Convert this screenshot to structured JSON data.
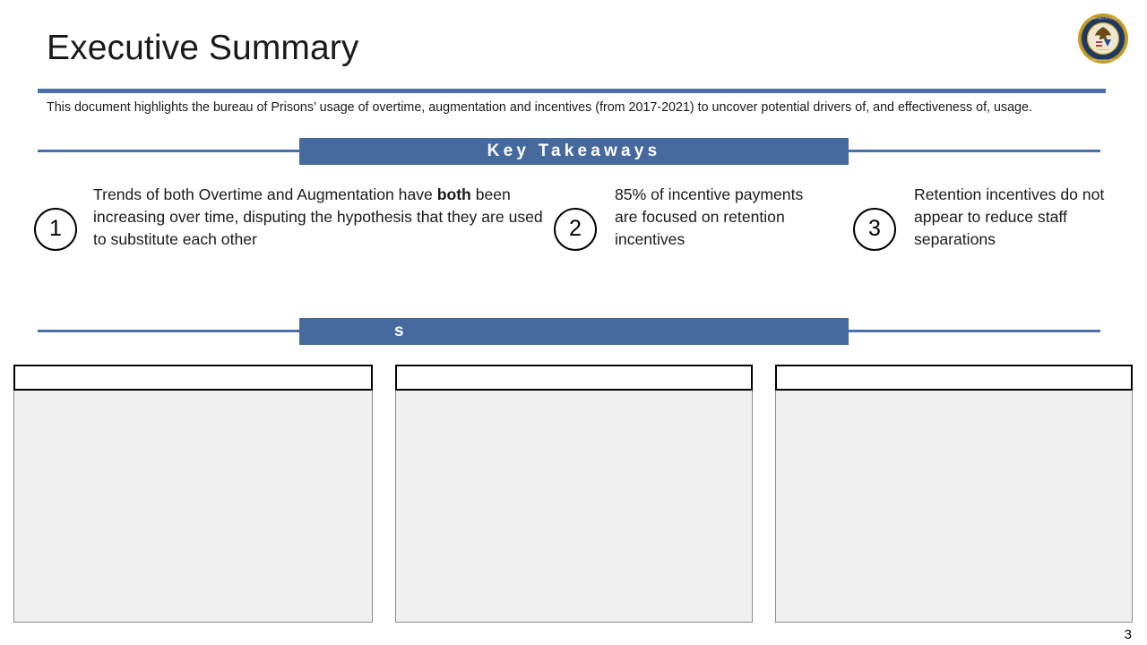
{
  "slide": {
    "title": "Executive Summary",
    "subtitle": "This document highlights the bureau of Prisons’ usage of overtime, augmentation and incentives (from 2017-2021) to uncover potential drivers of, and effectiveness of, usage.",
    "page_number": "3",
    "accent_color": "#4a6fac",
    "banner_color": "#46699e",
    "panel_fill_color": "#f0f0f0"
  },
  "logo": {
    "name": "doj-seal",
    "alt": "U.S. Department of Justice seal",
    "ring_outer_color": "#c9a227",
    "ring_inner_color": "#1f3864"
  },
  "bands": [
    {
      "label": "Key Takeaways"
    },
    {
      "label": "s"
    }
  ],
  "takeaways": [
    {
      "number": "1",
      "text_before": "Trends of both Overtime and Augmentation have ",
      "text_bold": "both",
      "text_after": " been increasing over time, disputing the hypothesis that they are used to substitute each other"
    },
    {
      "number": "2",
      "text_before": "85% of incentive payments are focused on retention incentives",
      "text_bold": "",
      "text_after": ""
    },
    {
      "number": "3",
      "text_before": "Retention incentives do not appear to reduce staff separations",
      "text_bold": "",
      "text_after": ""
    }
  ],
  "panels": [
    {
      "header_text": "",
      "body_text": ""
    },
    {
      "header_text": "",
      "body_text": ""
    },
    {
      "header_text": "",
      "body_text": ""
    }
  ]
}
